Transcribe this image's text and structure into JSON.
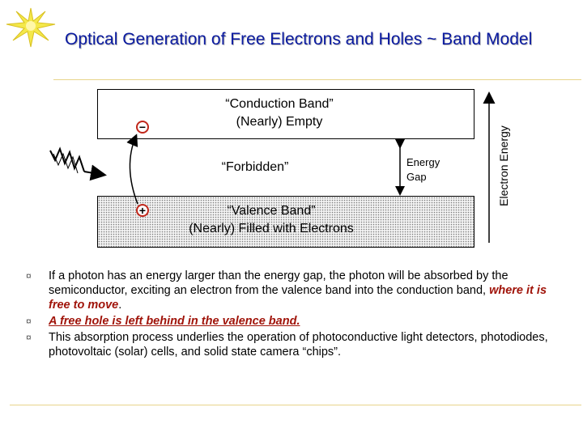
{
  "title": "Optical Generation of Free Electrons and Holes ~ Band Model",
  "diagram": {
    "conduction_band_label_line1": "“Conduction Band”",
    "conduction_band_label_line2": "(Nearly) Empty",
    "forbidden_label": "“Forbidden”",
    "valence_band_label_line1": "“Valence Band”",
    "valence_band_label_line2": "(Nearly) Filled with Electrons",
    "energy_gap_line1": "Energy",
    "energy_gap_line2": "Gap",
    "energy_axis_label": "Electron Energy",
    "electron_symbol": "−",
    "hole_symbol": "+"
  },
  "bullets": [
    {
      "text_before": "If a photon has an energy larger than the energy gap, the photon will be absorbed by the semiconductor, exciting an electron from the valence band into the conduction band, ",
      "highlight": "where it is free to move",
      "text_after": "."
    },
    {
      "highlight": "A free hole is left behind in the valence band."
    },
    {
      "text": "This absorption process underlies the operation of photoconductive light detectors, photodiodes, photovoltaic (solar) cells, and solid state camera “chips”."
    }
  ],
  "colors": {
    "title": "#0a1aa0",
    "highlight": "#a0140a",
    "particle_ring": "#c0261a",
    "rule": "#e8d48a",
    "sun": "#f4e84a"
  }
}
